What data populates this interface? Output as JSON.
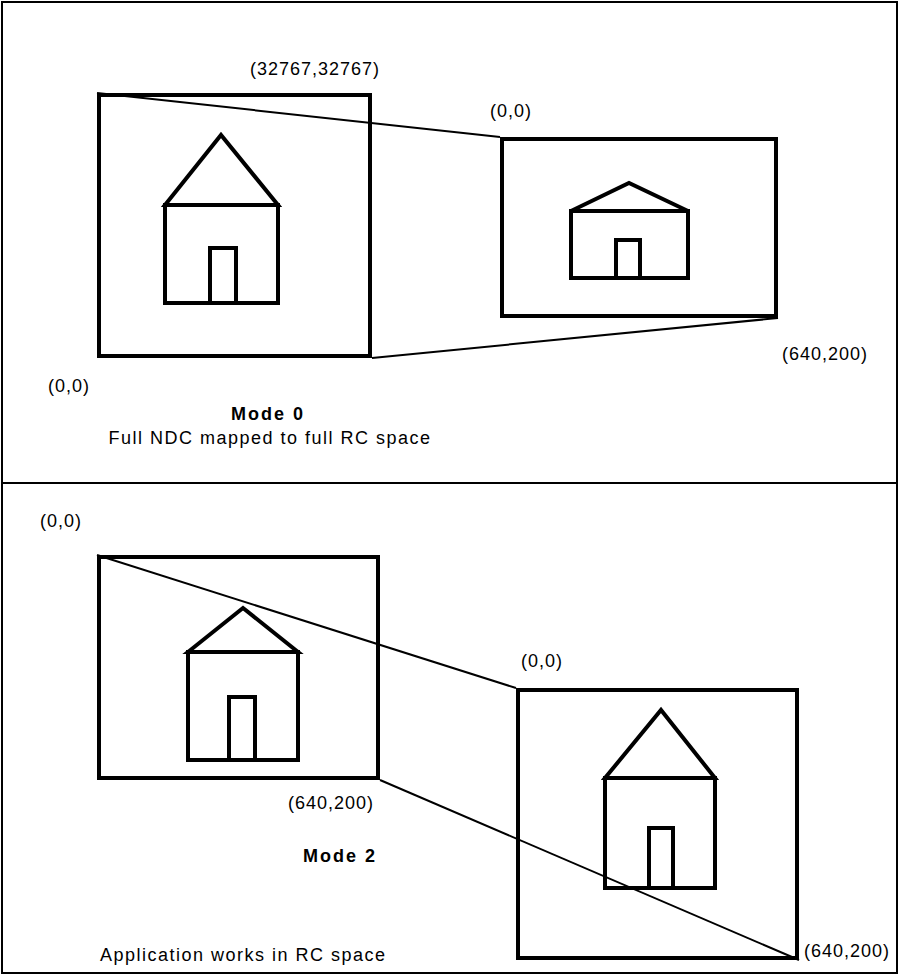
{
  "diagram": {
    "nodes": [
      {
        "text": [
          "(32767,32767)",
          "(0,0)"
        ]
      },
      {
        "text": [
          "(0,0)",
          "(640,200)"
        ]
      },
      {
        "text": [
          "(0,0)",
          "(640,200)"
        ]
      },
      {
        "text": [
          "(0,0)",
          "(640,200)"
        ]
      }
    ],
    "edges": [
      {
        "from": 0,
        "to": 1,
        "arrow": "none"
      },
      {
        "from": 0,
        "to": 1,
        "arrow": "none"
      },
      {
        "from": 2,
        "to": 3,
        "arrow": "none"
      },
      {
        "from": 2,
        "to": 3,
        "arrow": "none"
      }
    ],
    "labels": [
      "Mode 0",
      "Full NDC mapped to full RC space",
      "Mode 2",
      "Application works in RC space"
    ]
  }
}
